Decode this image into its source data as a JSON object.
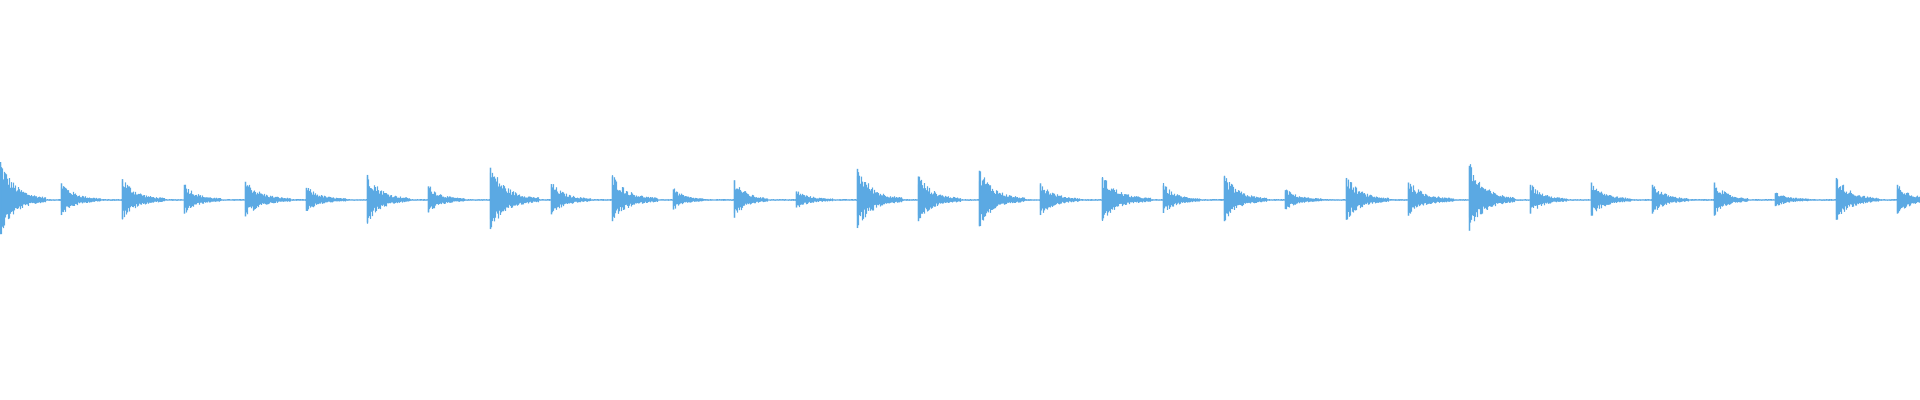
{
  "colors": {
    "background": "#ffffff",
    "waveform": "#5ba9e3"
  },
  "waveform": {
    "onset_amplitudes": [
      1.0,
      0.44,
      0.55,
      0.4,
      0.48,
      0.32,
      0.66,
      0.36,
      0.85,
      0.42,
      0.62,
      0.28,
      0.52,
      0.22,
      0.82,
      0.62,
      0.77,
      0.44,
      0.58,
      0.38,
      0.62,
      0.26,
      0.58,
      0.46,
      0.9,
      0.4,
      0.46,
      0.4,
      0.46,
      0.18,
      0.58,
      0.4
    ],
    "onset_decays": [
      0.75,
      0.65,
      0.7,
      0.6,
      0.75,
      0.65,
      0.7,
      0.6,
      0.8,
      0.65,
      0.75,
      0.5,
      0.55,
      0.6,
      0.75,
      0.7,
      0.75,
      0.65,
      0.8,
      0.6,
      0.7,
      0.6,
      0.7,
      0.75,
      0.75,
      0.6,
      0.65,
      0.6,
      0.55,
      0.55,
      0.7,
      0.65
    ]
  }
}
